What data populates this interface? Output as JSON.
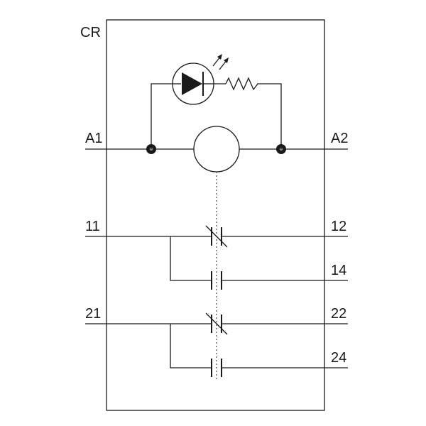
{
  "device": {
    "label": "CR"
  },
  "terminals": {
    "a1": "A1",
    "a2": "A2",
    "t11": "11",
    "t12": "12",
    "t14": "14",
    "t21": "21",
    "t22": "22",
    "t24": "24"
  },
  "colors": {
    "line": "#1a1a1a",
    "background": "#ffffff"
  },
  "icons": {
    "led": "led-icon",
    "resistor": "resistor-icon",
    "coil": "relay-coil-icon",
    "nc_contact": "normally-closed-contact-icon",
    "no_contact": "normally-open-contact-icon"
  }
}
